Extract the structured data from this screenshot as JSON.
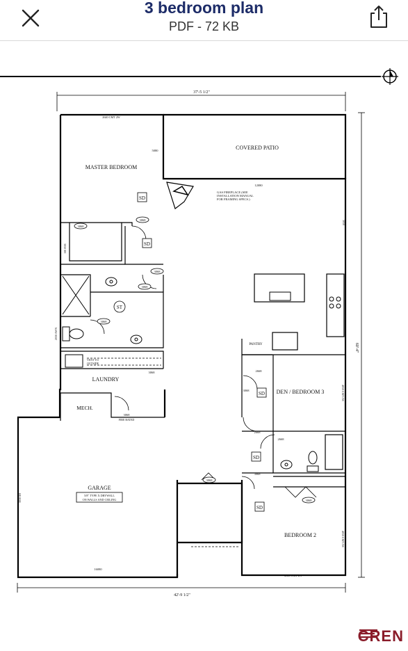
{
  "header": {
    "title": "3 bedroom plan",
    "subtitle": "PDF - 72 KB",
    "close_icon": "close-icon",
    "share_icon": "share-icon"
  },
  "plan": {
    "dims": {
      "top": "37'-5 1/2\"",
      "bottom": "42'-9 1/2\"",
      "right": "60'-4\""
    },
    "rooms": {
      "master_bedroom": "MASTER BEDROOM",
      "covered_patio": "COVERED PATIO",
      "laundry": "LAUNDRY",
      "mech": "MECH.",
      "garage": "GARAGE",
      "den": "DEN / BEDROOM 3",
      "bedroom2": "BEDROOM 2",
      "pantry": "PANTRY"
    },
    "notes": {
      "fireplace_1": "GAS FIREPLACE (SEE",
      "fireplace_2": "INSTALLATION MANUAL",
      "fireplace_3": "FOR FRAMING SPECS.)",
      "drywall_1": "5/8\" TYPE X DRYWALL",
      "drywall_2": "ON WALLS AND CEILING",
      "vent_1": "VENT TO",
      "vent_2": "OUTSIDE",
      "fire_rated": "FIRE RATED"
    },
    "windows": {
      "master_top": "2640 CMT 2W",
      "bed2_bottom": "2640 CMT 2W",
      "patio_door": "12080",
      "garage_door": "16080",
      "master_side": "5080",
      "bath_win": "3050 SH",
      "bath2_win": "2030 AWN",
      "great_win": "5050",
      "den_win": "4050 CMT 2W",
      "bed2_win": "4050 CMT 2W",
      "garage_win": "3030 SH"
    },
    "doors": {
      "d3068": "3068",
      "d2668": "2668",
      "d3068_fr": "3068"
    },
    "labels": {
      "sd": "SD",
      "st": "ST"
    }
  },
  "footer": {
    "logo": "CREN"
  }
}
